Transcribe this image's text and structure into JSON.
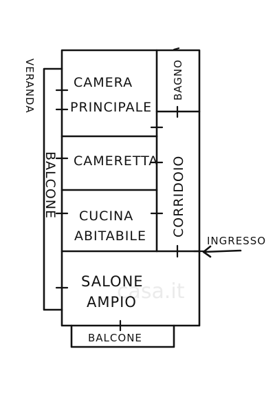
{
  "rooms": {
    "camera_principale": [
      "CAMERA",
      "PRINCIPALE"
    ],
    "bagno": "BAGNO",
    "cameretta": "CAMERETTA",
    "cucina_abitabile": [
      "CUCINA",
      "ABITABILE"
    ],
    "corridoio": "CORRIDOIO",
    "salone_ampio": [
      "SALONE",
      "AMPIO"
    ],
    "balcone_side": "BALCONE",
    "balcone_bottom": "BALCONE",
    "veranda": "VERANDA"
  },
  "entrance": {
    "label": "INGRESSO"
  },
  "watermark": {
    "text": "casa.it"
  },
  "colors": {
    "ink": "#111111",
    "background": "#ffffff",
    "watermark": "#dcdcdc"
  }
}
